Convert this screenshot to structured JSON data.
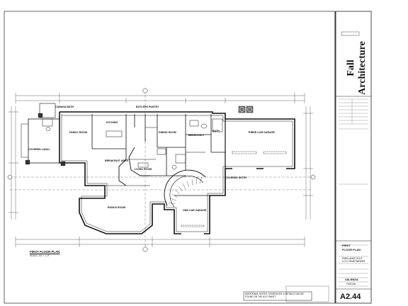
{
  "title_block": {
    "firm_name": "Fall Architecture",
    "sheet_number": "A2.44",
    "sheet_title_lines": [
      "FIRST",
      "FLOOR PLAN"
    ],
    "project_name": "VALENZA",
    "project_client_lines": [
      "PARKLANDS GOLF",
      "& CC HOMEOWNERS"
    ],
    "style": "TUSCAN"
  },
  "drawing": {
    "title": "FIRST FLOOR PLAN",
    "scale_note": "SCALE: 1/4\" = 1'-0\"",
    "note_box": "ADDITIONAL NOTES, SCHEDULES, & DETAILS CAN BE FOUND ON THE A3.X SHEET."
  },
  "rooms": [
    {
      "id": "family",
      "label": "FAMILY ROOM"
    },
    {
      "id": "breakfast",
      "label": "BREAKFAST AREA"
    },
    {
      "id": "kitchen",
      "label": "KITCHEN"
    },
    {
      "id": "butlers",
      "label": "BUTLERS PANTRY"
    },
    {
      "id": "dining",
      "label": "DINING ROOM"
    },
    {
      "id": "living",
      "label": "LIVING ROOM"
    },
    {
      "id": "bedroom2",
      "label": "BEDROOM 2"
    },
    {
      "id": "bath",
      "label": "BATH"
    },
    {
      "id": "garage3",
      "label": "THREE-CAR GARAGE"
    },
    {
      "id": "garage1",
      "label": "ONE-CAR GARAGE"
    },
    {
      "id": "bonus",
      "label": "BONUS ROOM"
    },
    {
      "id": "covlanai",
      "label": "COVERED LANAI"
    },
    {
      "id": "cabana",
      "label": "CABANA BATH"
    },
    {
      "id": "entry",
      "label": "COVERED ENTRY"
    }
  ]
}
